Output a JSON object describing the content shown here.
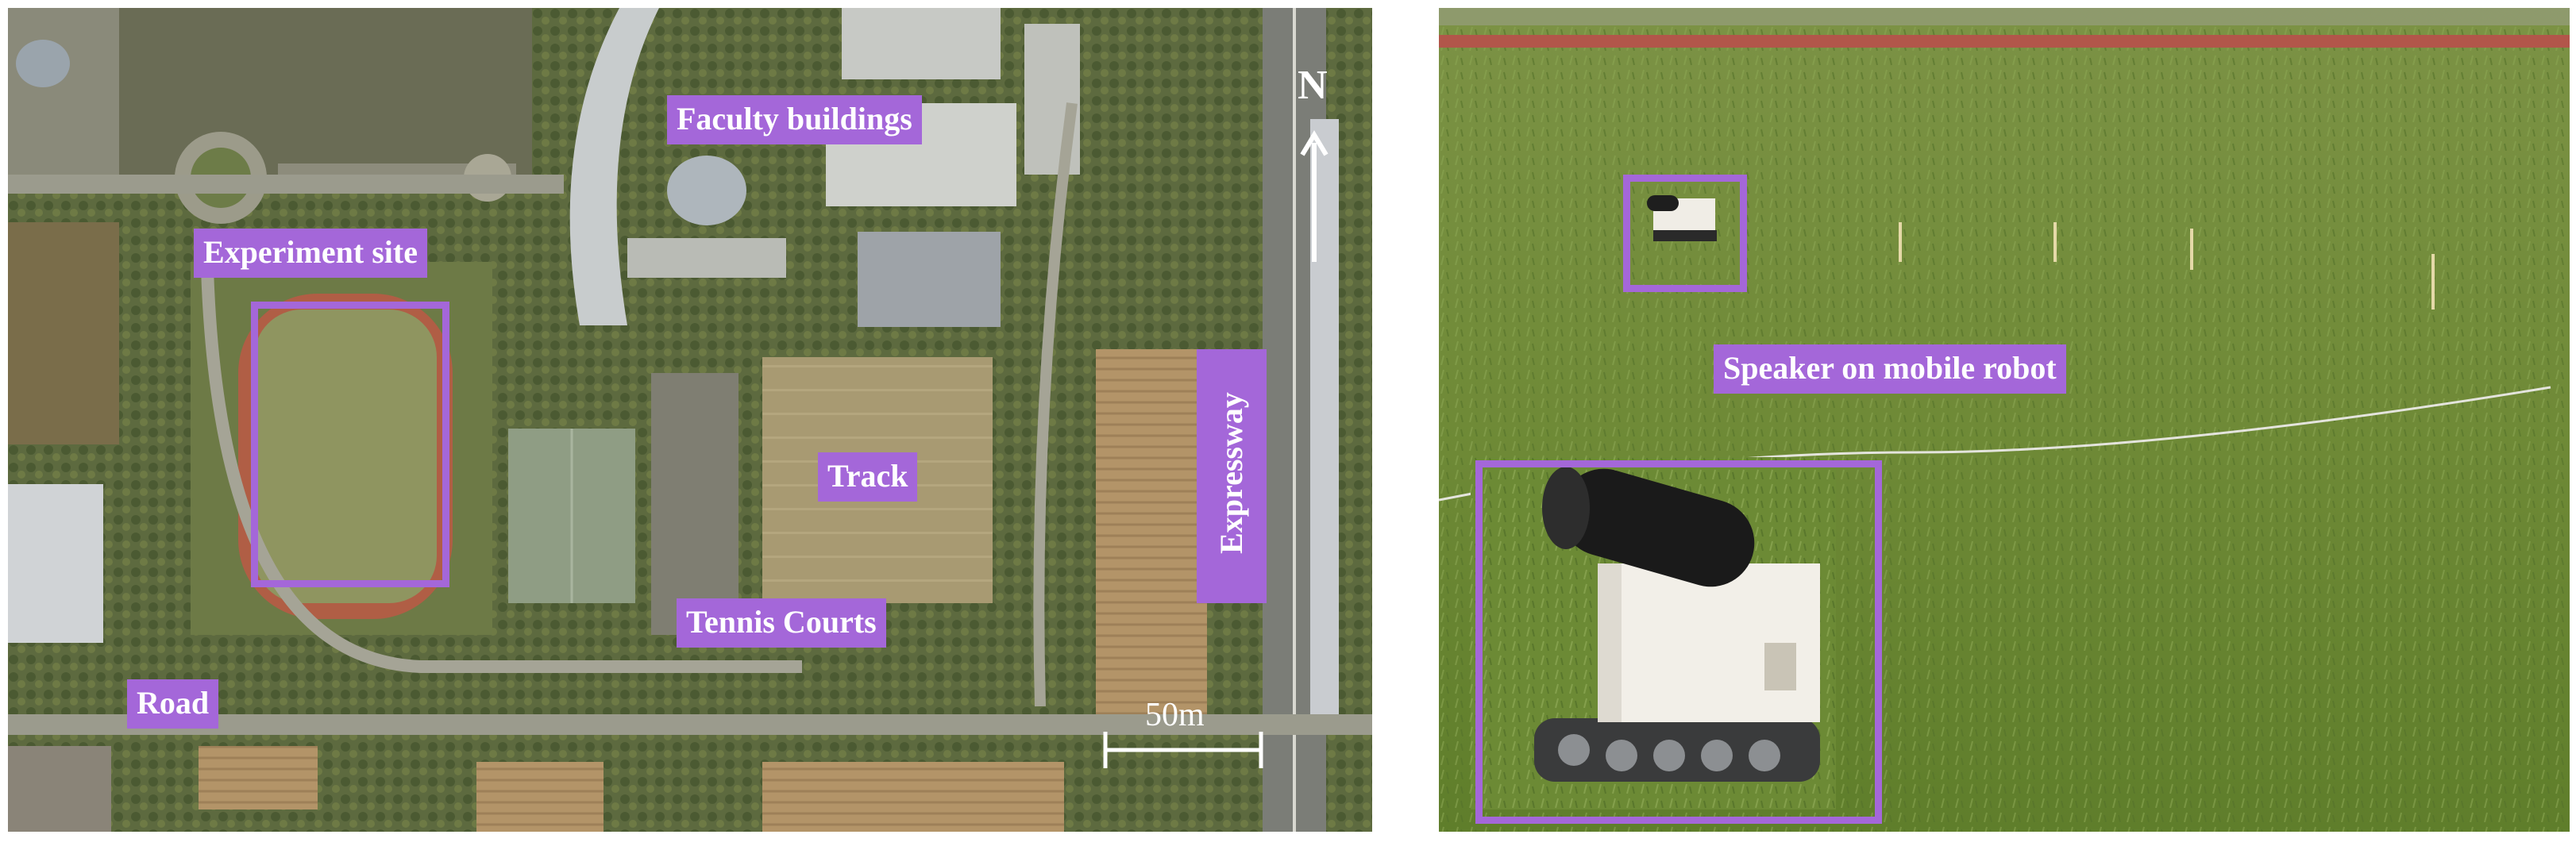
{
  "map": {
    "labels": {
      "faculty_buildings": "Faculty buildings",
      "experiment_site": "Experiment site",
      "track": "Track",
      "tennis_courts": "Tennis Courts",
      "road": "Road",
      "expressway": "Expressway"
    },
    "north": "N",
    "scale": "50m"
  },
  "photo": {
    "label": "Speaker on mobile robot"
  },
  "colors": {
    "label_bg": "#a467d9",
    "label_text": "#ffffff"
  }
}
